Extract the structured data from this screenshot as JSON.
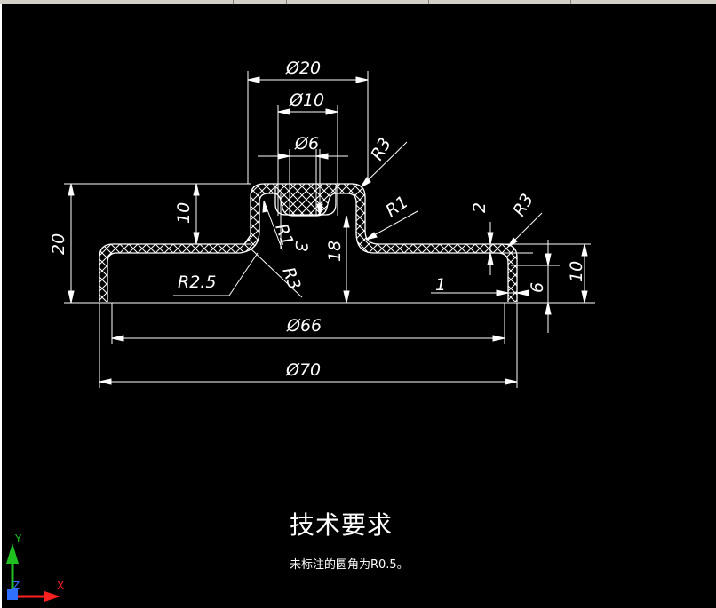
{
  "app": {
    "background": "#000000",
    "line_color": "#ffffff"
  },
  "dimensions": {
    "d20": "Ø20",
    "d10": "Ø10",
    "d6": "Ø6",
    "d66": "Ø66",
    "d70": "Ø70",
    "r3_top": "R3",
    "r1_right": "R1",
    "r3_right": "R3",
    "r1_left": "R1",
    "r3_left": "R3",
    "r2_5": "R2.5",
    "v20": "20",
    "v10_left": "10",
    "v3": "3",
    "v18": "18",
    "v2": "2",
    "v1": "1",
    "v6": "6",
    "v10_right": "10"
  },
  "notes": {
    "title": "技术要求",
    "text": "未标注的圆角为R0.5。"
  },
  "ucs": {
    "x_label": "X",
    "y_label": "Y",
    "z_label": "Z",
    "x_color": "#ff2020",
    "y_color": "#20c020",
    "z_color": "#3070ff"
  }
}
